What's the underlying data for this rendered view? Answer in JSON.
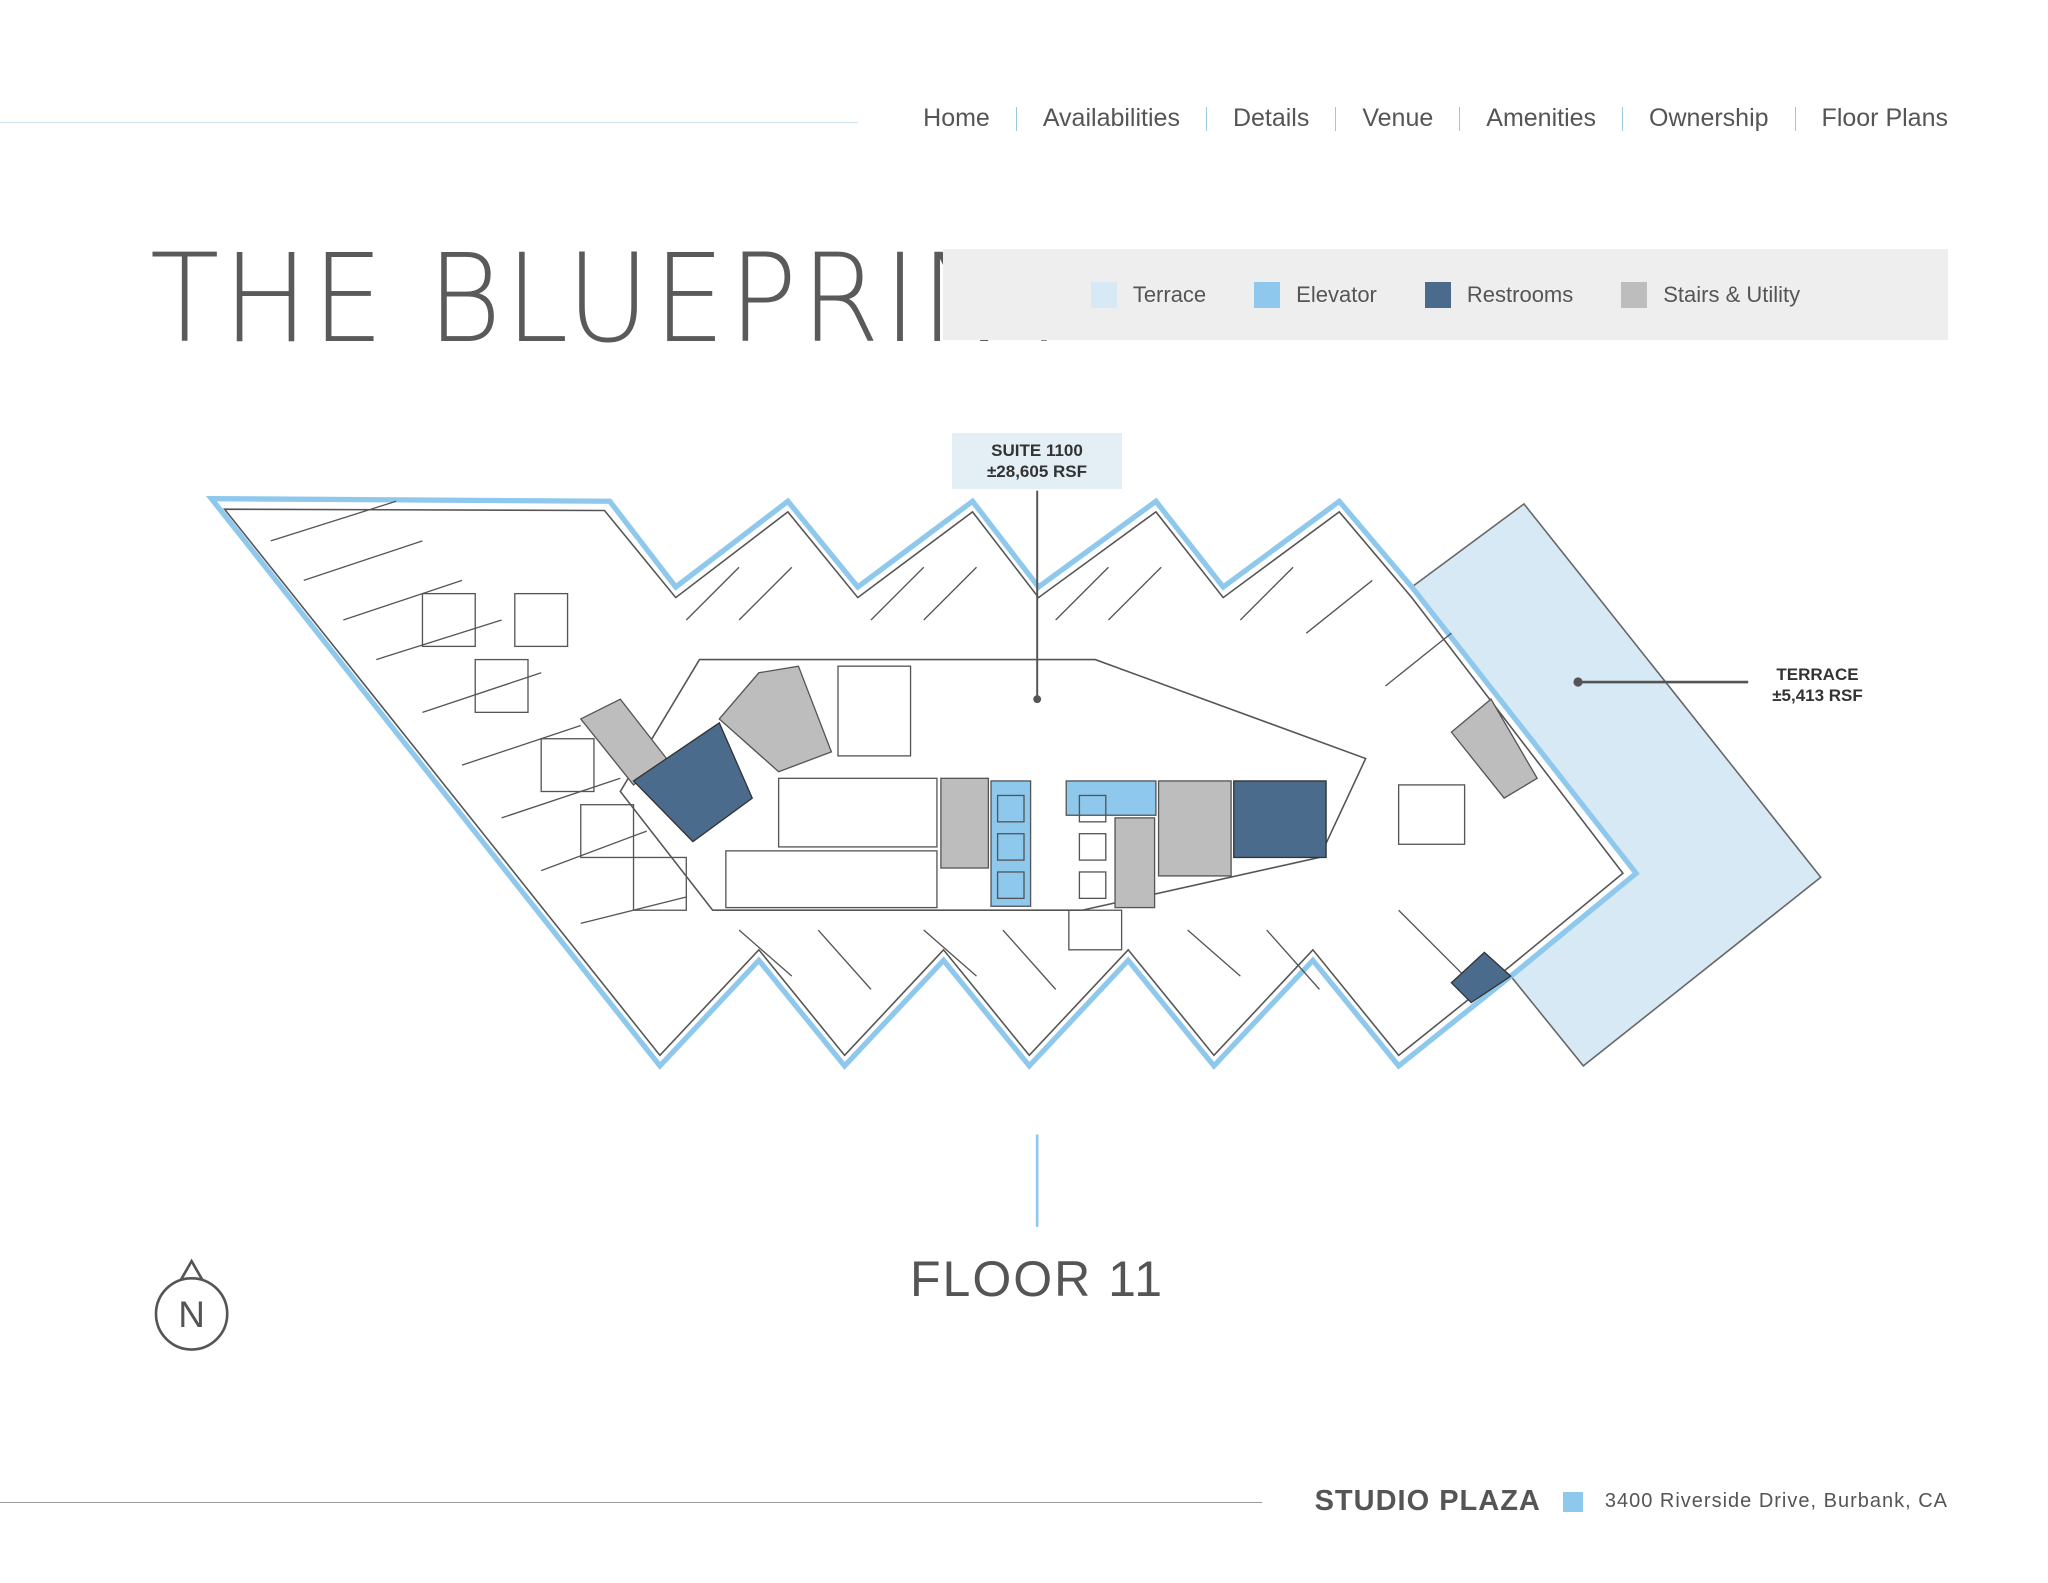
{
  "nav": {
    "items": [
      "Home",
      "Availabilities",
      "Details",
      "Venue",
      "Amenities",
      "Ownership",
      "Floor Plans"
    ]
  },
  "title": "THE BLUEPRINT",
  "legend": [
    {
      "label": "Terrace",
      "color": "#d6e9f5"
    },
    {
      "label": "Elevator",
      "color": "#8ec8ec"
    },
    {
      "label": "Restrooms",
      "color": "#4b6b8c"
    },
    {
      "label": "Stairs & Utility",
      "color": "#bdbdbd"
    }
  ],
  "suite": {
    "name": "SUITE 1100",
    "area": "±28,605 RSF"
  },
  "terrace": {
    "name": "TERRACE",
    "area": "±5,413 RSF"
  },
  "floor": "FLOOR 11",
  "compass": "N",
  "footer": {
    "brand": "STUDIO PLAZA",
    "address": "3400 Riverside Drive, Burbank, CA",
    "accent": "#8ec8ec"
  }
}
